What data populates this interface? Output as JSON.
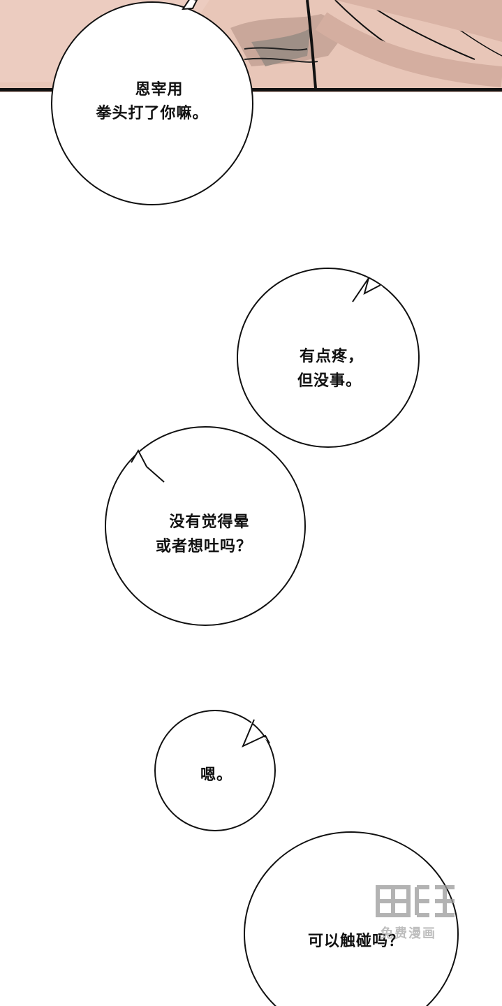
{
  "panel_top": {
    "skin_color": "#e6c2b4",
    "shadow_color": "#a88578",
    "border_color": "#111111"
  },
  "bubbles": [
    {
      "lines": [
        "恩宰用",
        "拳头打了你嘛。"
      ]
    },
    {
      "lines": [
        "有点疼，",
        "但没事。"
      ]
    },
    {
      "lines": [
        "没有觉得晕",
        "或者想吐吗？"
      ]
    },
    {
      "lines": [
        "嗯。"
      ]
    },
    {
      "lines": [
        "可以触碰吗？"
      ]
    }
  ],
  "watermark": {
    "logo_icon": "huamang-logo-icon",
    "text": "免费漫画"
  }
}
